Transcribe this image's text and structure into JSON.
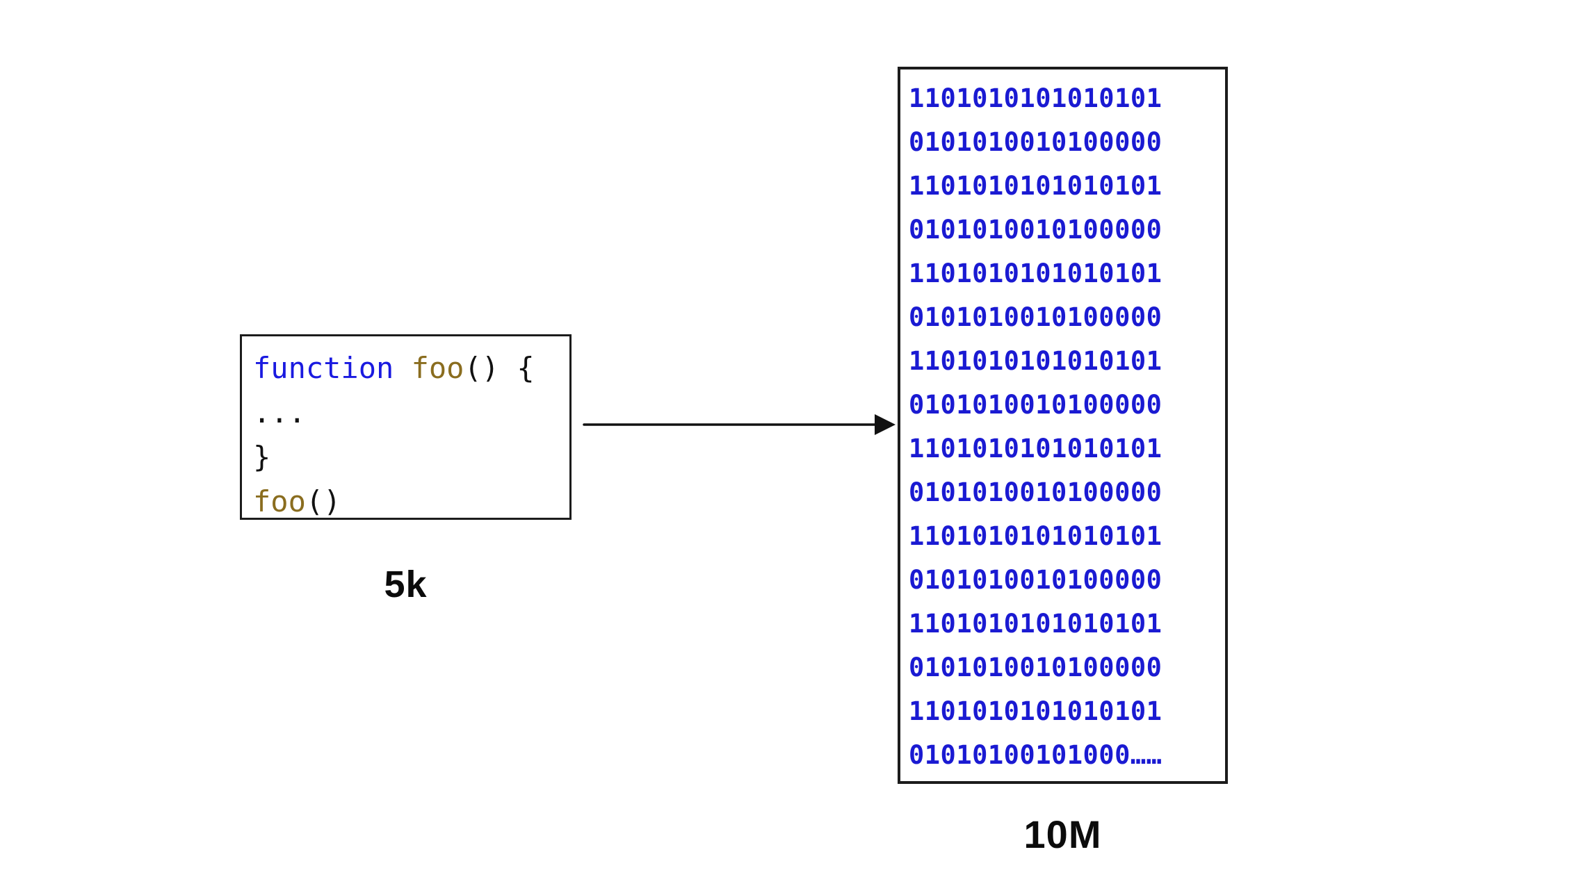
{
  "diagram": {
    "title_visible": false,
    "background_color": "#ffffff",
    "source_box": {
      "name": "source-code-box",
      "border_color": "#1c1c1c",
      "lines": [
        {
          "keyword": "function",
          "space": " ",
          "fn_name": "foo",
          "punct_open": "()",
          "punct_brace": " {"
        },
        {
          "text": "..."
        },
        {
          "text": "}"
        },
        {
          "fn_name": "foo",
          "punct_open": "()"
        }
      ],
      "plain_text": "function foo() {\n...\n}\nfoo()",
      "colors": {
        "keyword": "#1a1ae0",
        "function_name": "#8a6d1f",
        "punctuation": "#111111"
      }
    },
    "source_label": "5k",
    "arrow": {
      "name": "transform-arrow",
      "direction": "right",
      "color": "#111111"
    },
    "output_box": {
      "name": "machine-code-box",
      "border_color": "#1c1c1c",
      "text_color": "#1a1ad2",
      "lines": [
        "1101010101010101",
        "0101010010100000",
        "1101010101010101",
        "0101010010100000",
        "1101010101010101",
        "0101010010100000",
        "1101010101010101",
        "0101010010100000",
        "1101010101010101",
        "0101010010100000",
        "1101010101010101",
        "0101010010100000",
        "1101010101010101",
        "0101010010100000",
        "1101010101010101",
        "01010100101000……"
      ]
    },
    "output_label": "10M"
  }
}
